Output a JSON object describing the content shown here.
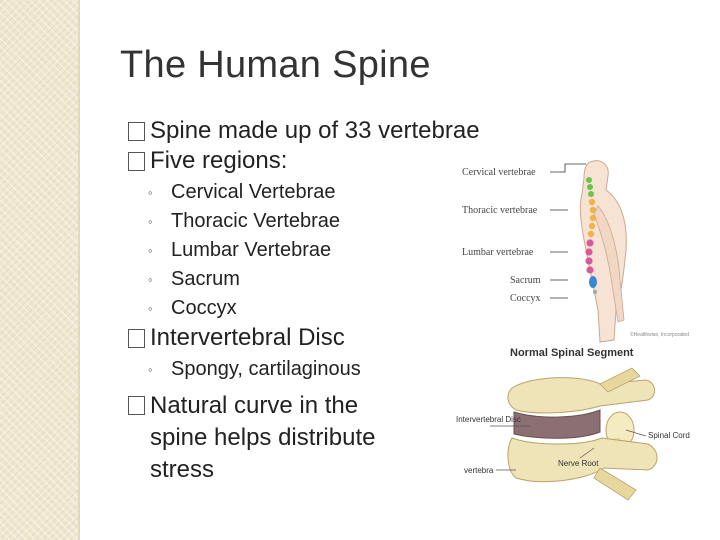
{
  "slide": {
    "title": "The Human Spine",
    "bullets": [
      {
        "text": "Spine made up of 33 vertebrae"
      },
      {
        "text": "Five regions:",
        "sub": [
          "Cervical Vertebrae",
          "Thoracic Vertebrae",
          "Lumbar Vertebrae",
          "Sacrum",
          "Coccyx"
        ]
      },
      {
        "text": "Intervertebral Disc",
        "sub": [
          "Spongy, cartilaginous"
        ]
      },
      {
        "text": "Natural curve in the spine helps distribute stress"
      }
    ],
    "bullet_glyph": "◦"
  },
  "figure_spine": {
    "labels": [
      "Cervical vertebrae",
      "Thoracic vertebrae",
      "Lumbar vertebrae",
      "Sacrum",
      "Coccyx"
    ],
    "credit": "©Healthwise, Incorporated",
    "colors": {
      "cervical": "#6fc24a",
      "thoracic": "#f2b24a",
      "lumbar": "#d85a9a",
      "sacrum": "#3a86d6"
    }
  },
  "figure_segment": {
    "heading": "Normal Spinal Segment",
    "labels": [
      "Intervertebral Disc",
      "Spinal Cord",
      "Nerve Root",
      "vertebra"
    ]
  }
}
